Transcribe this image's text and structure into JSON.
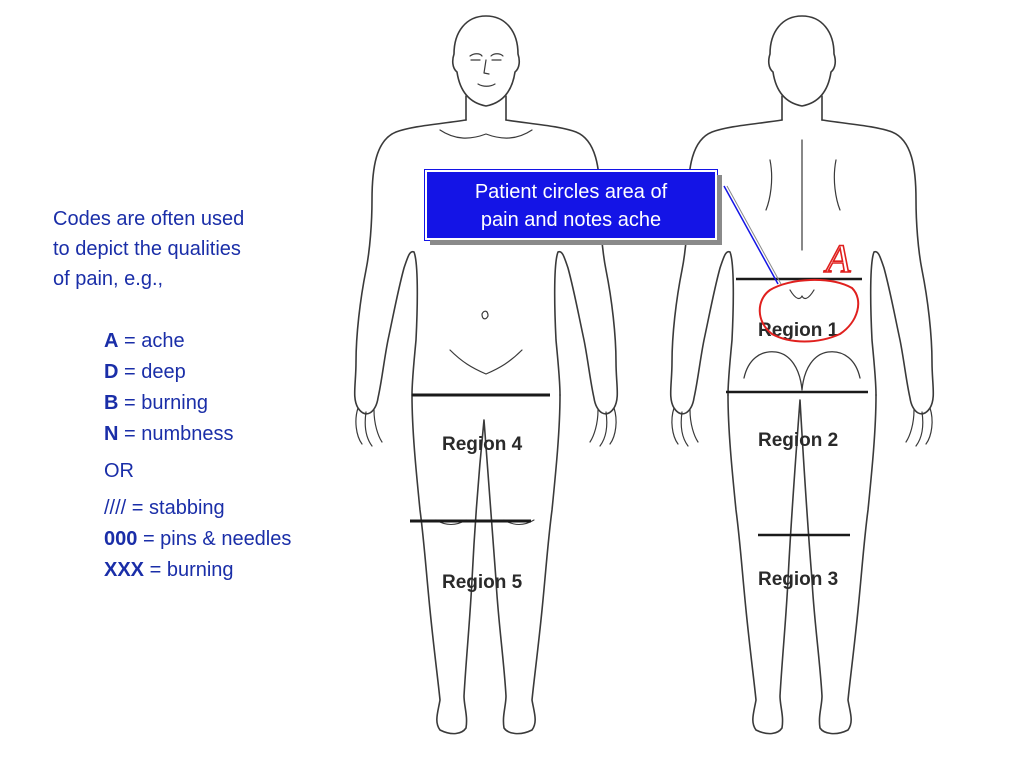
{
  "intro_text": [
    "Codes are often used",
    "to depict the qualities",
    "of pain, e.g.,"
  ],
  "letter_codes": [
    {
      "code": "A",
      "meaning": "= ache"
    },
    {
      "code": "D",
      "meaning": "= deep"
    },
    {
      "code": "B",
      "meaning": "= burning"
    },
    {
      "code": "N",
      "meaning": "= numbness"
    }
  ],
  "or_text": "OR",
  "symbol_codes": [
    {
      "code": "////",
      "meaning": "= stabbing",
      "bold": false
    },
    {
      "code": "000",
      "meaning": "= pins & needles",
      "bold": true
    },
    {
      "code": "XXX",
      "meaning": "= burning",
      "bold": true
    }
  ],
  "callout": {
    "lines": [
      "Patient circles area of",
      "pain and notes ache"
    ],
    "background": "#1414e6",
    "text_color": "#ffffff"
  },
  "regions": {
    "front": {
      "region4": "Region 4",
      "region5": "Region 5"
    },
    "back": {
      "region1": "Region 1",
      "region2": "Region 2",
      "region3": "Region 3"
    }
  },
  "annotation_mark": "A",
  "colors": {
    "text": "#1a2ea8",
    "annotation": "#e0201e",
    "connector": "#1414e6",
    "outline": "#3a3a3a"
  }
}
